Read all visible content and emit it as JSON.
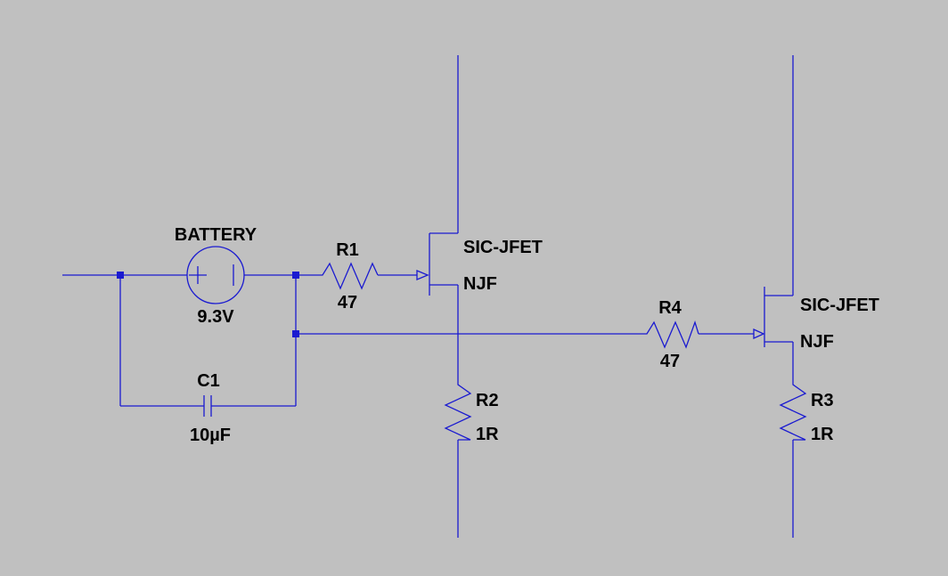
{
  "components": {
    "battery": {
      "name": "BATTERY",
      "value": "9.3V"
    },
    "c1": {
      "name": "C1",
      "value": "10µF"
    },
    "r1": {
      "name": "R1",
      "value": "47"
    },
    "r2": {
      "name": "R2",
      "value": "1R"
    },
    "r3": {
      "name": "R3",
      "value": "1R"
    },
    "r4": {
      "name": "R4",
      "value": "47"
    },
    "j1": {
      "name": "SIC-JFET",
      "type": "NJF"
    },
    "j2": {
      "name": "SIC-JFET",
      "type": "NJF"
    }
  },
  "colors": {
    "background": "#c0c0c0",
    "wire": "#1a1ad0",
    "text": "#000000"
  }
}
